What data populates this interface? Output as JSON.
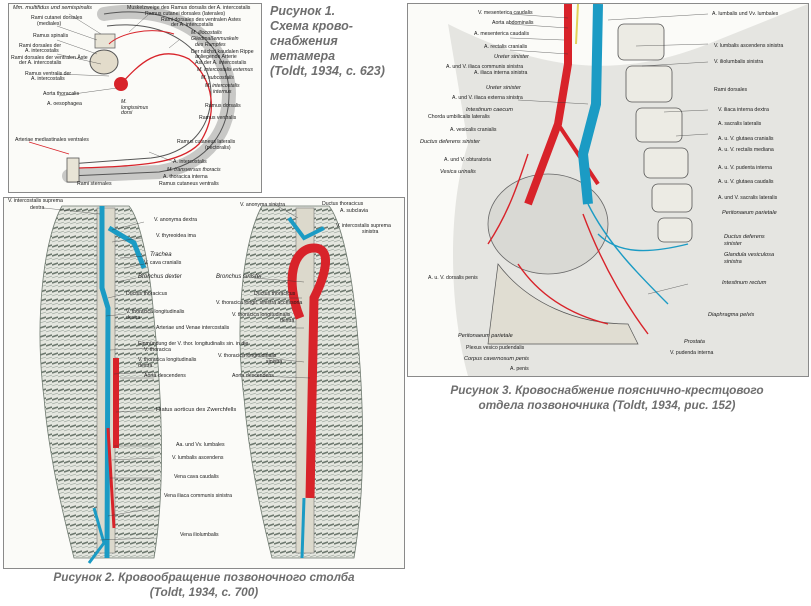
{
  "figure1": {
    "caption": [
      "Рисунок 1.",
      "Схема крово-",
      "снабжения",
      "метамера",
      "(Toldt, 1934, с. 623)"
    ],
    "labels_left": [
      "Mm. multifidus und semispinalis",
      "Rami cutanei dorsales",
      "(mediales)",
      "Ramus spinalis",
      "Rami dorsales der",
      "A. intercostalis",
      "Rami dorsales der ventralen Äste",
      "der A. intercostalis",
      "Ramus ventralis der",
      "A. intercostalis",
      "Aorta thoracalis",
      "A. oesophagea",
      "Arteriae mediastinales ventrales",
      "Rami sternales"
    ],
    "labels_right": [
      "Muskelzweige des Ramus dorsalis der A. intercostalis",
      "Ramus cutanei dorsales (laterales)",
      "Rami dorsales des ventralen Astes",
      "der A. intercostalis",
      "M. iliocostalis",
      "Gliedmaßenmuskeln",
      "des Rumpfes",
      "Der nächst kaudalen Rippe",
      "anliegende Arterie",
      "Ast der A. intercostalis",
      "M. intercostalis externus",
      "M. subcostalis",
      "M. intercostalis",
      "internus",
      "Ramus dorsalis",
      "Ramus ventralis",
      "Ramus cutaneus lateralis",
      "(pectoralis)",
      "A. intercostalis",
      "M. transversus thoracis",
      "A. thoracica interna",
      "Ramus cutaneus ventralis"
    ],
    "label_muscle": "M. longissimus dorsi"
  },
  "figure2": {
    "caption": [
      "Рисунок 2. Кровообращение позвоночного столба",
      "(Toldt, 1934, с. 700)"
    ],
    "labels": {
      "l1": "V. intercostalis suprema",
      "l1b": "dextra",
      "l2": "V. anonyma dextra",
      "l3": "V. thyreoidea ima",
      "l4": "Trachea",
      "l5": "V. cava cranialis",
      "l6": "Bronchus dexter",
      "l7": "Ductus thoracicus",
      "l8": "V. thoracica longitudinalis",
      "l8b": "dextra",
      "l9": "Arteriae und Venae intercostalis",
      "l10": "Einmündung der V. thor. longitudinalis sin. in die",
      "l10b": "V. thoracica",
      "l11": "V. thoracica longitudinalis",
      "l11b": "dextra",
      "l12": "Aorta descendens",
      "l13": "Hiatus aorticus des Zwerchfells",
      "l14": "Aa. und Vv. lumbales",
      "l15": "V. lumbalis ascendens",
      "l16": "Vena cava caudalis",
      "l17": "Vena iliaca communis sinistra",
      "l18": "Vena iliolumbalis",
      "r1": "V. anonyma sinistra",
      "r2": "Ductus thoracicus",
      "r3": "A. subclavia",
      "r4": "V. intercostalis suprema",
      "r4b": "sinistra",
      "r5": "Bronchus sinister",
      "r6": "Ductus thoracicus",
      "r7": "V. thoracica longit. sinistra accessoria",
      "r8": "V. thoracica longitudinalis",
      "r8b": "dextra",
      "r9": "V. thoracica longitudinalis",
      "r9b": "sinistra",
      "r10": "Aorta descendens"
    }
  },
  "figure3": {
    "caption": [
      "Рисунок 3.  Кровоснабжение пояснично-крестцового",
      "отдела позвоночника (Toldt, 1934, рис. 152)"
    ],
    "labels_left": [
      "V. mesenterica caudalis",
      "Aorta abdominalis",
      "A. mesenterica caudalis",
      "A. rectalis cranialis",
      "Ureter sinister",
      "A. und V. iliaca communis sinistra",
      "A. iliaca interna sinistra",
      "Ureter sinister",
      "A. und V. iliaca externa sinistra",
      "Intestinum caecum",
      "Chorda umbilicalis lateralis",
      "A. vesicalis cranialis",
      "Ductus deferens sinister",
      "A. und V. obturatoria",
      "Vesica urinalis",
      "A. u. V. dorsalis penis",
      "Peritonaeum parietale",
      "Plexus vesico pudendalis",
      "Corpus cavernosum penis",
      "A. penis"
    ],
    "labels_right": [
      "A. lumbalis und Vv. lumbales",
      "V. lumbalis ascendens sinistra",
      "V. iliolumbalis sinistra",
      "Rami dorsales",
      "V. iliaca interna dextra",
      "A. sacralis lateralis",
      "A. u. V. glutaea cranialis",
      "A. u. V. rectalis mediana",
      "A. u. V. pudenta interna",
      "A. u. V. glutaea caudalis",
      "A. und V. sacralis lateralis",
      "Peritonaeum parietale",
      "Ductus deferens",
      "sinister",
      "Glandula vesiculosa",
      "sinistra",
      "Intestinum rectum",
      "Diaphragma pelvis",
      "Prostata",
      "V. pudenda interna"
    ]
  },
  "colors": {
    "artery": "#d8232a",
    "vein": "#1b9bc4",
    "bone": "#e8e6dc",
    "caption": "#6e6e6e"
  }
}
